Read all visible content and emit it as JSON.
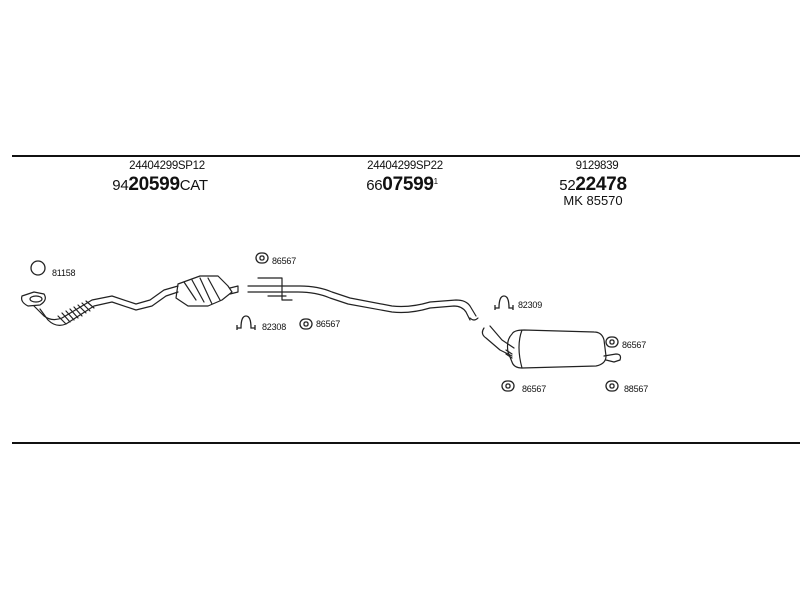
{
  "sections": [
    {
      "code": "24404299SP12",
      "prefix": "94",
      "number": "20599",
      "suffix": "CAT"
    },
    {
      "code": "24404299SP22",
      "prefix": "66",
      "number": "07599",
      "suffix": "1"
    },
    {
      "code": "9129839",
      "prefix": "52",
      "number": "22478",
      "suffix": "",
      "extra": "MK 85570"
    }
  ],
  "parts": {
    "gasket": "81158",
    "rubber_mount_front": "86567",
    "clamp_front": "82308",
    "rubber_mount_mid": "86567",
    "clamp_rear": "82309",
    "rubber_mount_rear_top": "86567",
    "rubber_mount_rear_left": "86567",
    "rubber_mount_rear_right": "88567"
  }
}
